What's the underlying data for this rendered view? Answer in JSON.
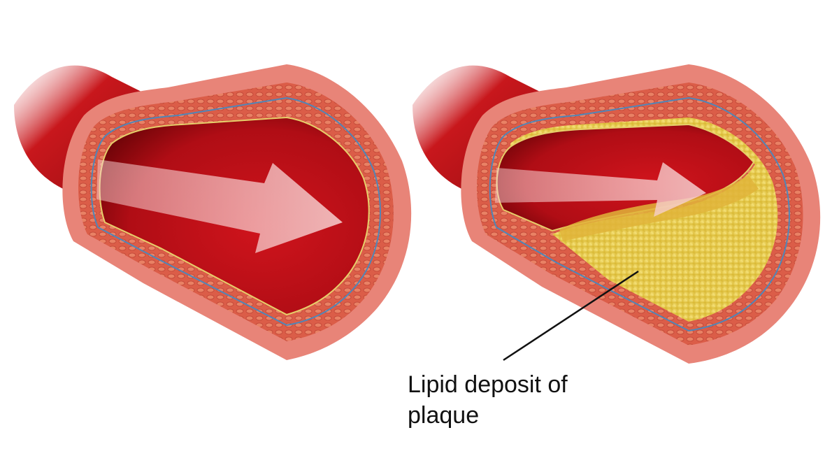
{
  "annotation": {
    "line1": "Lipid deposit of",
    "line2": "plaque"
  },
  "colors": {
    "vessel_outer": "#c8171c",
    "vessel_dark": "#8e0b10",
    "wall_pink": "#e88478",
    "wall_light": "#f2b0a6",
    "lumen_red": "#c4101a",
    "lumen_dark": "#7e0509",
    "membrane_blue": "#4f86b8",
    "membrane_yellow": "#d9c24a",
    "plaque_yellow": "#e9cf45",
    "plaque_light": "#f6e27a",
    "arrow_fill": "#f7d0d0"
  },
  "icons": {
    "left_vessel": "healthy-artery-cross-section",
    "right_vessel": "plaque-narrowed-artery-cross-section",
    "flow_arrow": "blood-flow-arrow"
  }
}
